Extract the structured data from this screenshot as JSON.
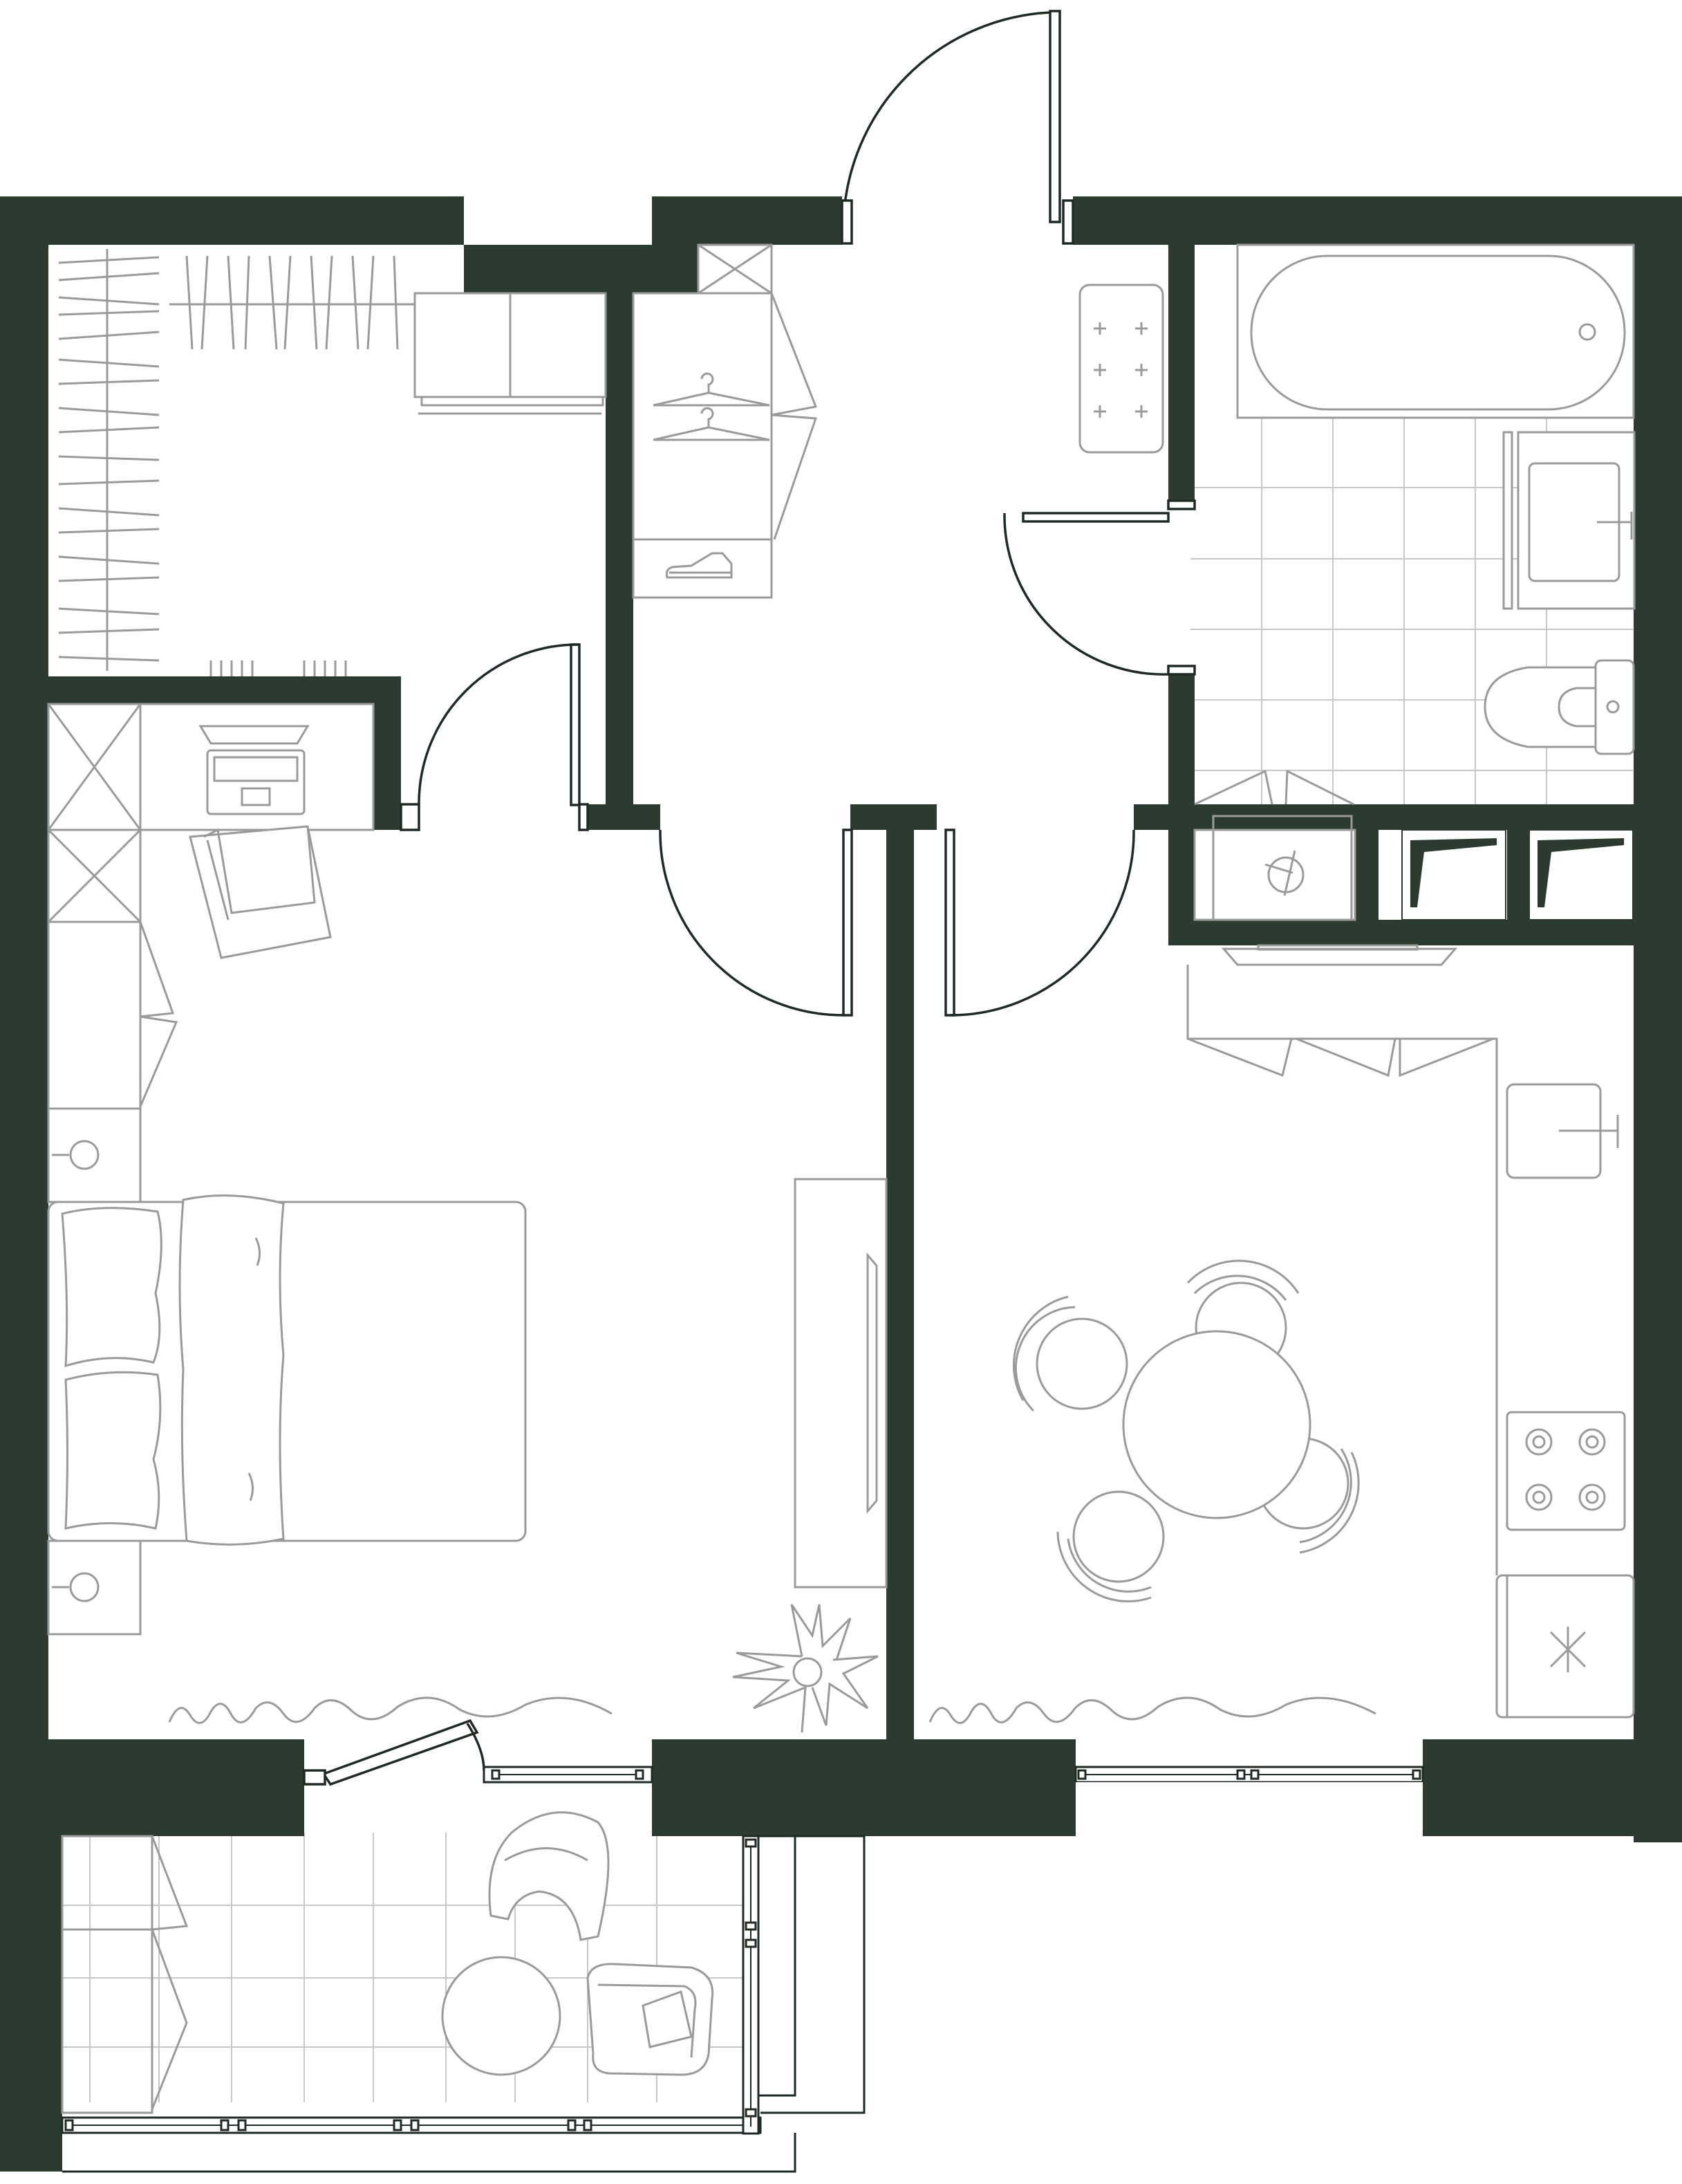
{
  "colors": {
    "wall": "#2c3b30",
    "furniture_line": "#9a9a9a",
    "tile_line": "#c8c8c8",
    "door_line": "#1e2a22",
    "background": "#ffffff"
  },
  "plan": {
    "rooms": [
      "bedroom",
      "wardrobe",
      "hallway",
      "bathroom",
      "kitchen-living",
      "loggia"
    ],
    "icons": [
      "bathtub-icon",
      "sink-icon",
      "toilet-icon",
      "washing-machine-icon",
      "hanger-icon",
      "shoe-icon",
      "laptop-icon",
      "bed-icon",
      "armchair-icon",
      "tv-icon",
      "plant-icon",
      "dining-table-icon",
      "chair-icon",
      "cooktop-icon",
      "fridge-icon",
      "kitchen-sink-icon",
      "radiator-icon",
      "window-icon",
      "door-icon"
    ]
  }
}
